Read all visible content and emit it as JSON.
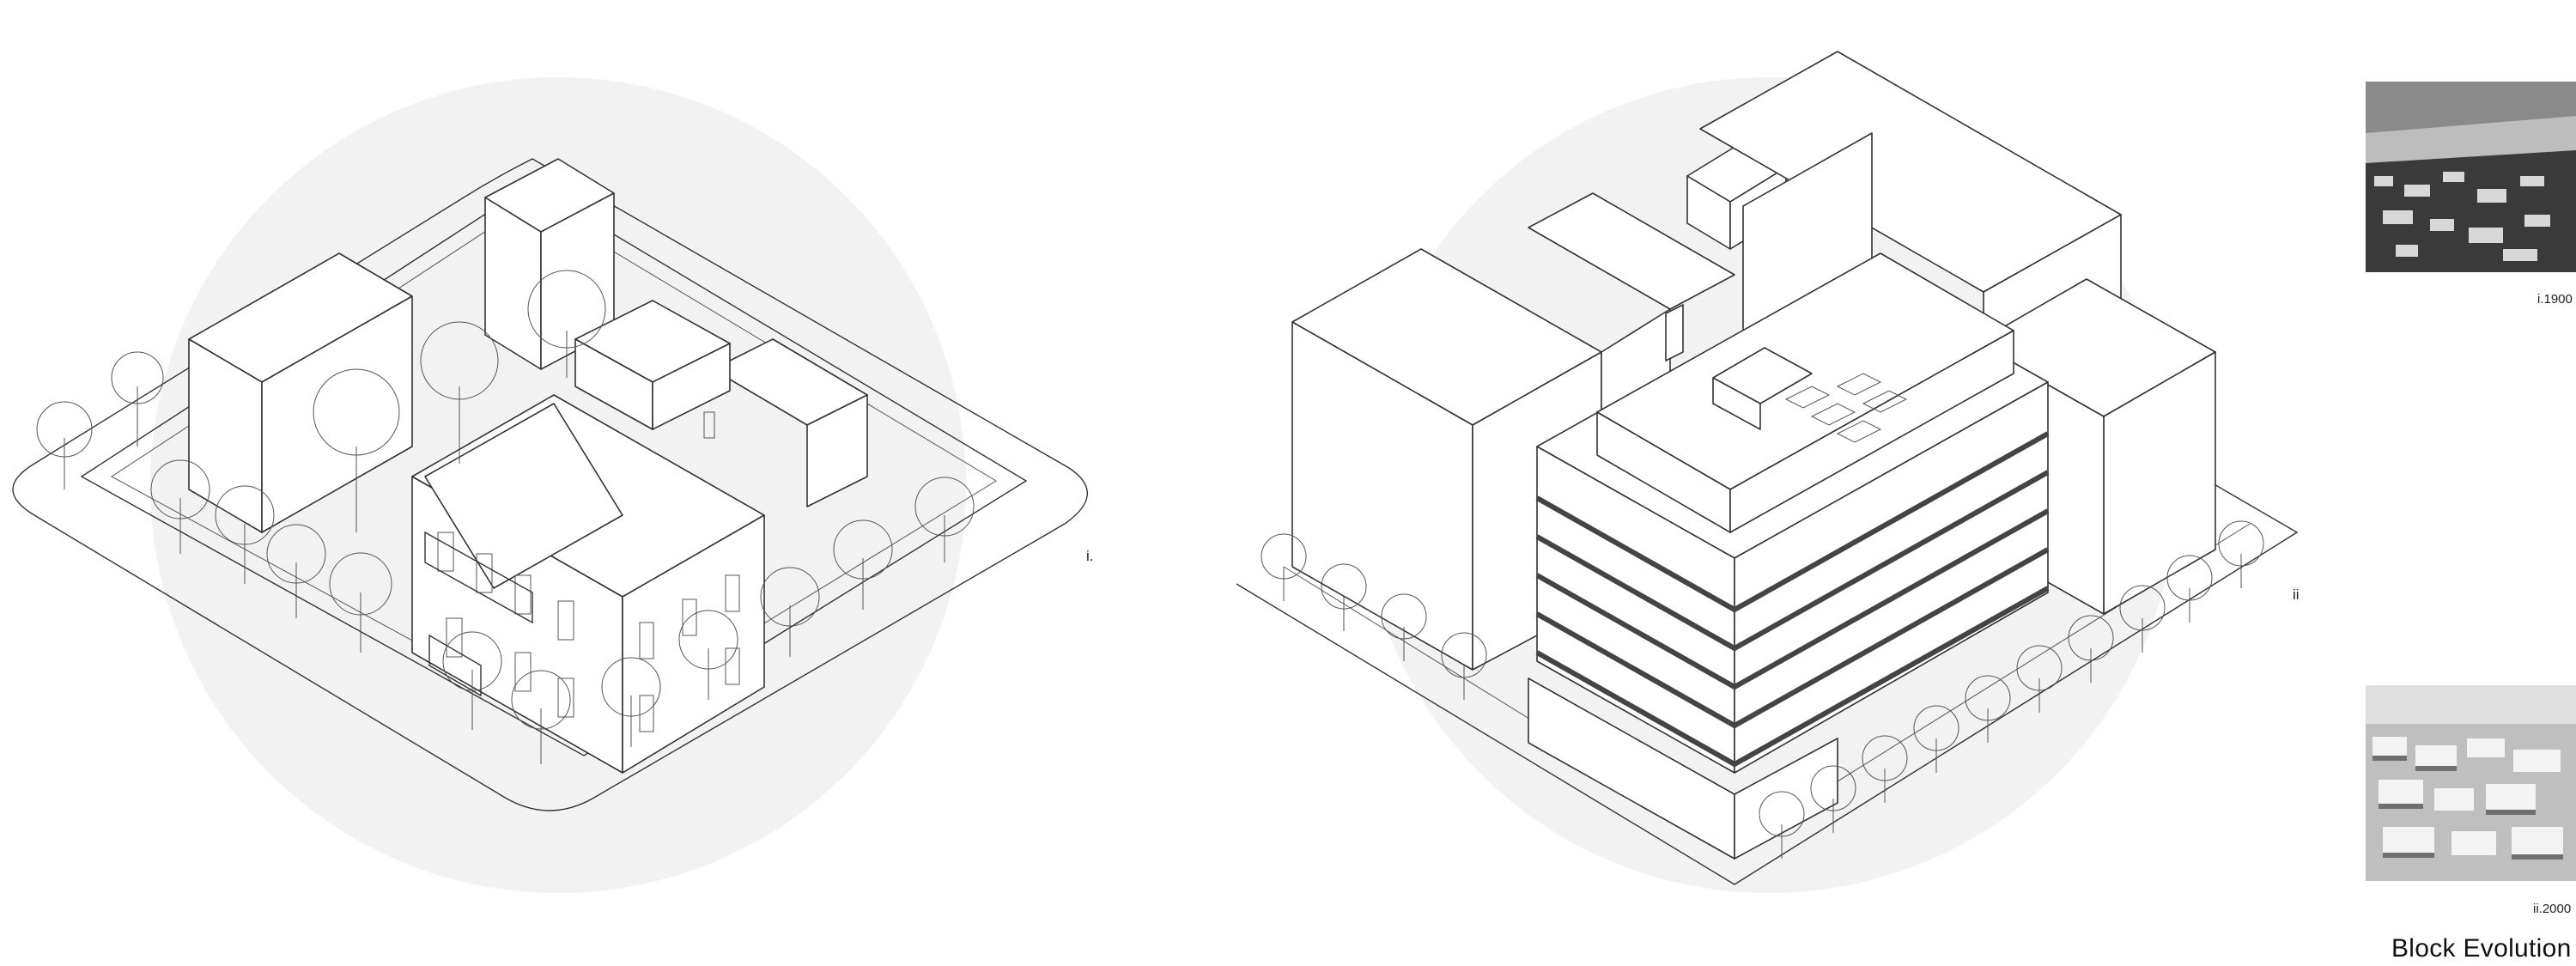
{
  "drawing_i": {
    "label": "i."
  },
  "drawing_ii": {
    "label": "ii"
  },
  "photos": [
    {
      "caption": "i.1900"
    },
    {
      "caption": "ii.2000"
    }
  ],
  "title": "Block Evolution",
  "colors": {
    "circle": "#f2f2f2",
    "line": "#333333",
    "photo_dark": "#2b2b2b",
    "photo_light": "#d9d9d9"
  }
}
